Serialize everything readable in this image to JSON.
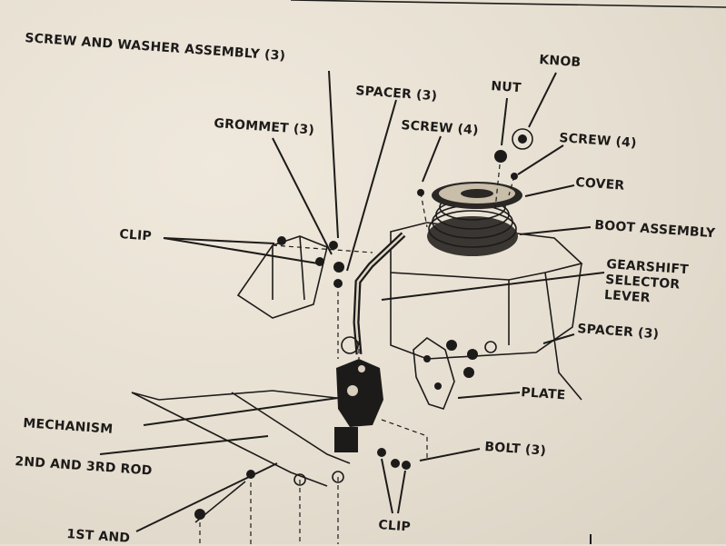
{
  "labels": {
    "screw_washer": "SCREW AND WASHER ASSEMBLY (3)",
    "spacer_top": "SPACER (3)",
    "grommet": "GROMMET (3)",
    "screw_4_left": "SCREW (4)",
    "nut": "NUT",
    "knob": "KNOB",
    "screw_4_right": "SCREW (4)",
    "cover": "COVER",
    "boot_assembly": "BOOT ASSEMBLY",
    "clip_top": "CLIP",
    "gearshift": "GEARSHIFT\nSELECTOR\nLEVER",
    "spacer_right": "SPACER (3)",
    "plate": "PLATE",
    "mechanism": "MECHANISM",
    "bolt": "BOLT (3)",
    "rod_2_3": "2ND AND 3RD ROD",
    "rod_1": "1ST AND",
    "clip_bottom": "CLIP"
  }
}
